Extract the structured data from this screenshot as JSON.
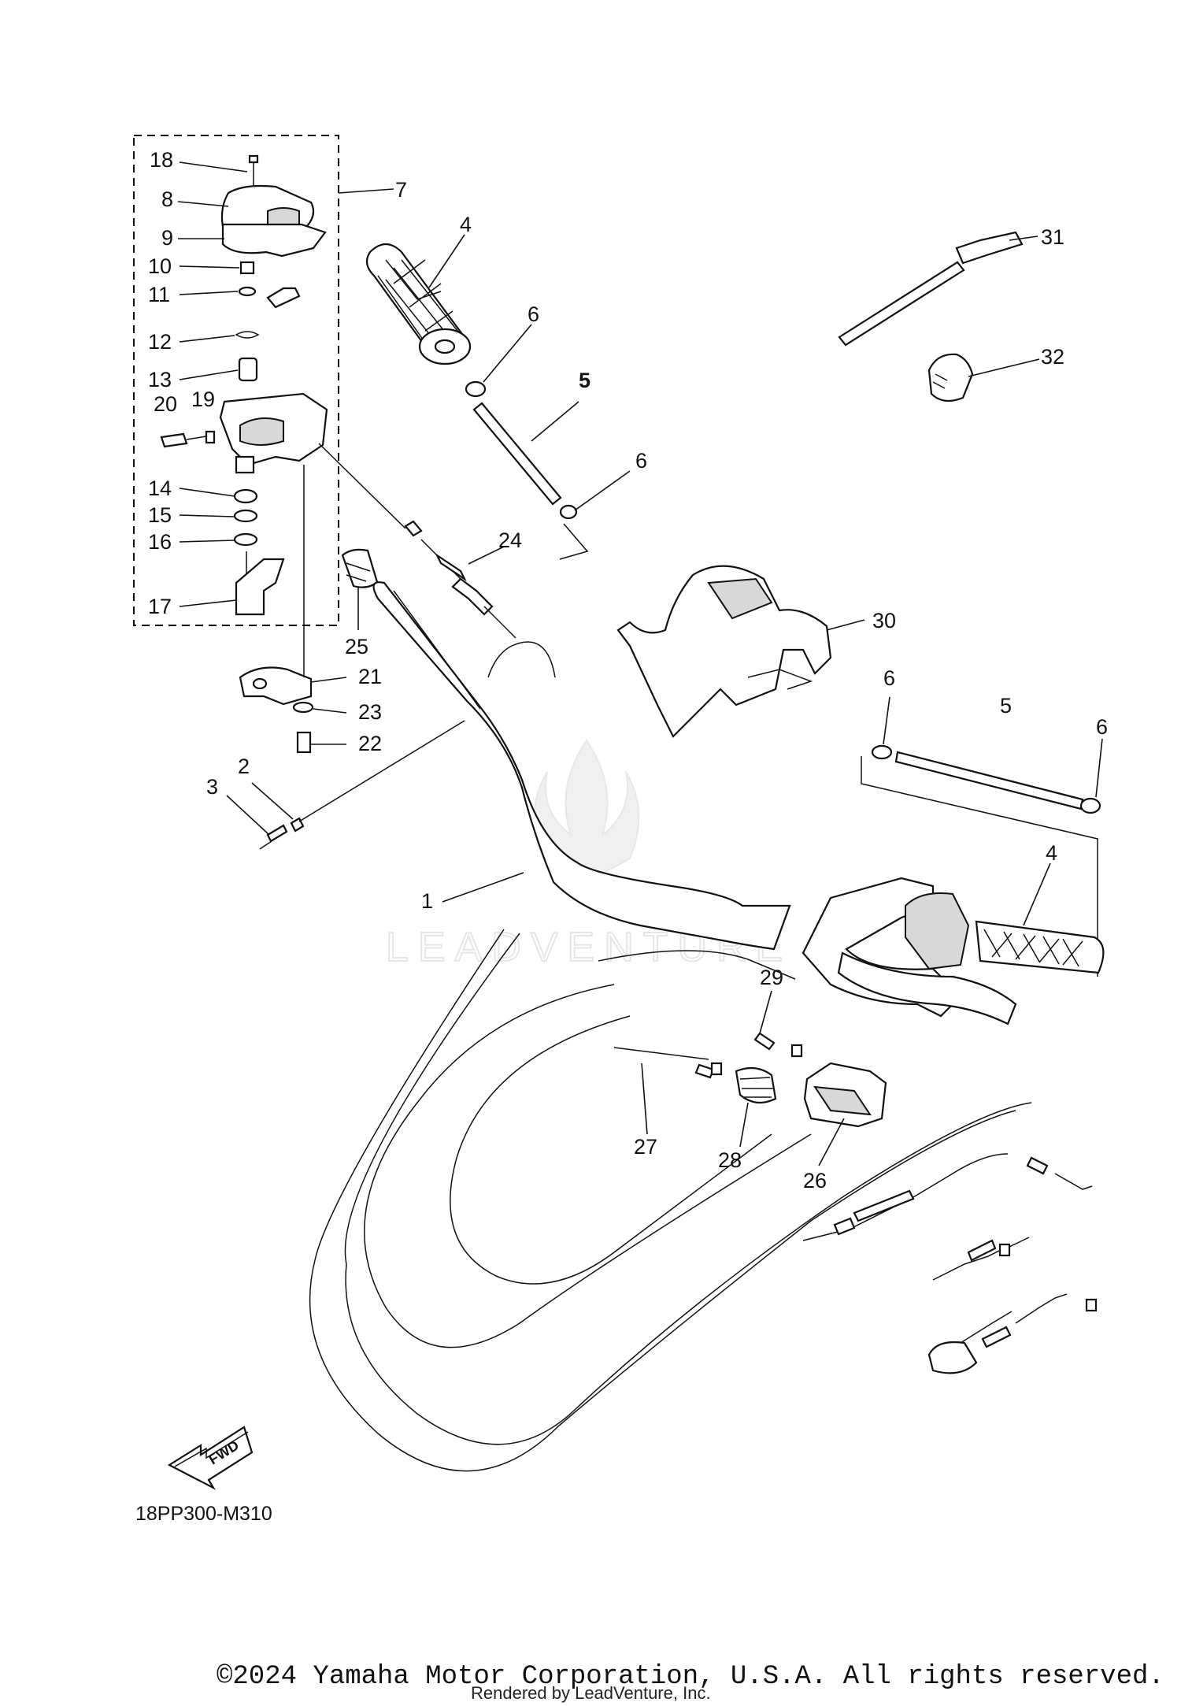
{
  "diagram": {
    "callouts": [
      {
        "id": "18",
        "text": "18"
      },
      {
        "id": "8",
        "text": "8"
      },
      {
        "id": "7",
        "text": "7"
      },
      {
        "id": "9",
        "text": "9"
      },
      {
        "id": "10",
        "text": "10"
      },
      {
        "id": "11",
        "text": "11"
      },
      {
        "id": "12",
        "text": "12"
      },
      {
        "id": "13",
        "text": "13"
      },
      {
        "id": "20",
        "text": "20"
      },
      {
        "id": "19",
        "text": "19"
      },
      {
        "id": "14",
        "text": "14"
      },
      {
        "id": "15",
        "text": "15"
      },
      {
        "id": "16",
        "text": "16"
      },
      {
        "id": "17",
        "text": "17"
      },
      {
        "id": "4a",
        "text": "4"
      },
      {
        "id": "6a",
        "text": "6"
      },
      {
        "id": "5a",
        "text": "5"
      },
      {
        "id": "6b",
        "text": "6"
      },
      {
        "id": "24",
        "text": "24"
      },
      {
        "id": "25",
        "text": "25"
      },
      {
        "id": "21",
        "text": "21"
      },
      {
        "id": "23",
        "text": "23"
      },
      {
        "id": "22",
        "text": "22"
      },
      {
        "id": "2",
        "text": "2"
      },
      {
        "id": "3",
        "text": "3"
      },
      {
        "id": "1",
        "text": "1"
      },
      {
        "id": "31",
        "text": "31"
      },
      {
        "id": "32",
        "text": "32"
      },
      {
        "id": "30",
        "text": "30"
      },
      {
        "id": "6c",
        "text": "6"
      },
      {
        "id": "5b",
        "text": "5"
      },
      {
        "id": "6d",
        "text": "6"
      },
      {
        "id": "4b",
        "text": "4"
      },
      {
        "id": "29",
        "text": "29"
      },
      {
        "id": "27",
        "text": "27"
      },
      {
        "id": "28",
        "text": "28"
      },
      {
        "id": "26",
        "text": "26"
      }
    ],
    "fwd_label": "FWD",
    "diagram_code": "18PP300-M310",
    "watermark": "LEADVENTURE",
    "copyright": "©2024 Yamaha Motor Corporation, U.S.A. All rights reserved.",
    "rendered_by": "Rendered by LeadVenture, Inc."
  }
}
